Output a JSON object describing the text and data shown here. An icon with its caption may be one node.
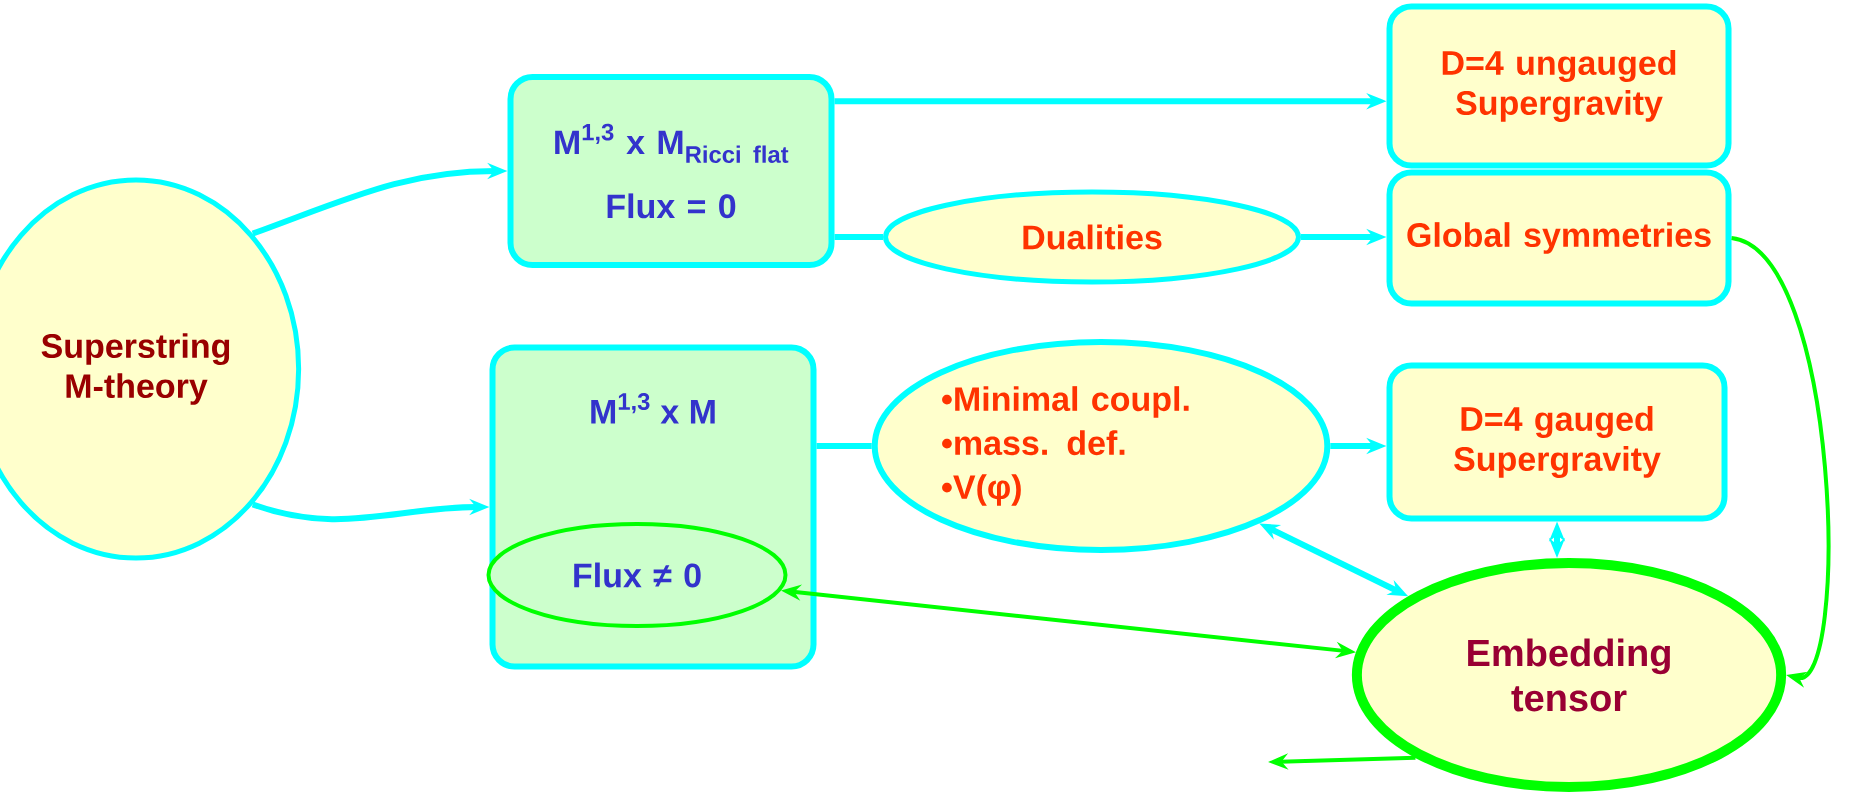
{
  "diagram": {
    "nodes": [
      {
        "text": [
          "Superstring M-theory"
        ]
      },
      {
        "text": [
          "\\text{M}^{\\text{1,3}}\\text{ x M}_{\\text{Ricci flat}}",
          "Flux = 0"
        ]
      },
      {
        "text": [
          "Dualities"
        ]
      },
      {
        "text": [
          "D=4 ungauged Supergravity"
        ]
      },
      {
        "text": [
          "Global symmetries"
        ]
      },
      {
        "text": [
          "\\text{M}^{\\text{1,3}}\\text{ x M}"
        ]
      },
      {
        "text": [
          "Flux ≠ 0"
        ],
        "in": 5
      },
      {
        "text": [
          "•Minimal coupl.",
          "•mass. def.",
          "•V(φ)"
        ]
      },
      {
        "text": [
          "D=4 gauged Supergravity"
        ]
      },
      {
        "text": [
          "Embedding tensor"
        ]
      }
    ],
    "edges": [
      {
        "from": 0,
        "to": 1,
        "arrow": "to"
      },
      {
        "from": 0,
        "to": 5,
        "arrow": "to"
      },
      {
        "from": 1,
        "to": 3,
        "arrow": "to"
      },
      {
        "from": 1,
        "to": 2,
        "arrow": "none"
      },
      {
        "from": 2,
        "to": 4,
        "arrow": "to"
      },
      {
        "from": 5,
        "to": 7,
        "arrow": "none"
      },
      {
        "from": 7,
        "to": 8,
        "arrow": "to"
      },
      {
        "from": 7,
        "to": 9,
        "arrow": "both"
      },
      {
        "from": 8,
        "to": 9,
        "arrow": "both"
      },
      {
        "from": 6,
        "to": 9,
        "arrow": "both",
        "color": "#00ff00"
      },
      {
        "from": 4,
        "to": 9,
        "arrow": "to",
        "color": "#00ff00"
      },
      {
        "from": 9,
        "to": null,
        "arrow": "to",
        "color": "#00ff00"
      }
    ]
  }
}
